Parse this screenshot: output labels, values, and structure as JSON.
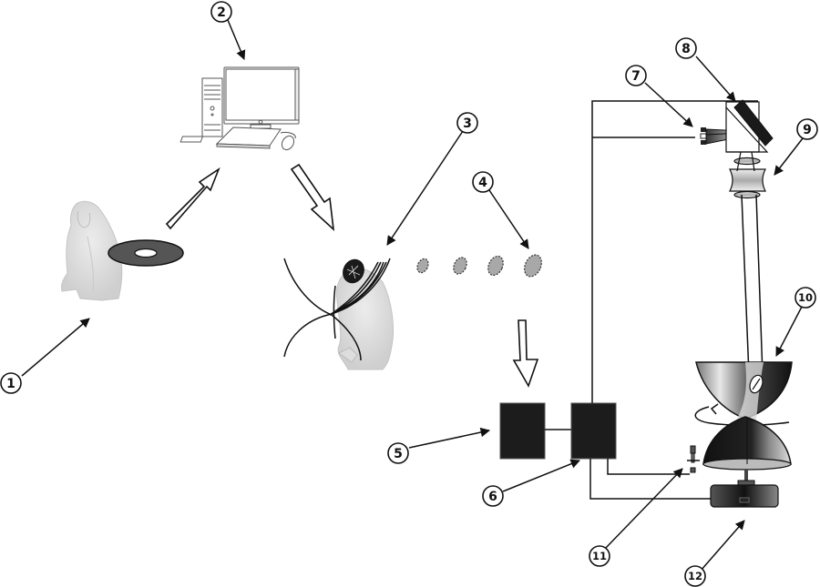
{
  "figure": {
    "description": "Schematic of a workflow from digitizing an object to machining/polishing",
    "callouts": [
      {
        "id": "1",
        "text": "1",
        "target": "original-object-figurine"
      },
      {
        "id": "2",
        "text": "2",
        "target": "computer-workstation"
      },
      {
        "id": "3",
        "text": "3",
        "target": "toolpath-curves-on-model"
      },
      {
        "id": "4",
        "text": "4",
        "target": "spot-sequence"
      },
      {
        "id": "5",
        "text": "5",
        "target": "control-unit-a"
      },
      {
        "id": "6",
        "text": "6",
        "target": "control-unit-b"
      },
      {
        "id": "7",
        "text": "7",
        "target": "light-source-array"
      },
      {
        "id": "8",
        "text": "8",
        "target": "prism-mirror"
      },
      {
        "id": "9",
        "text": "9",
        "target": "lens-assembly"
      },
      {
        "id": "10",
        "text": "10",
        "target": "rotating-workpiece-bowl"
      },
      {
        "id": "11",
        "text": "11",
        "target": "sensor-probe"
      },
      {
        "id": "12",
        "text": "12",
        "target": "motor-base"
      }
    ],
    "colors": {
      "ink": "#111111",
      "block": "#1c1c1c",
      "spot_fill": "#a8a8a8",
      "disc": "#555555",
      "figurine": "#d6d6d6"
    }
  }
}
